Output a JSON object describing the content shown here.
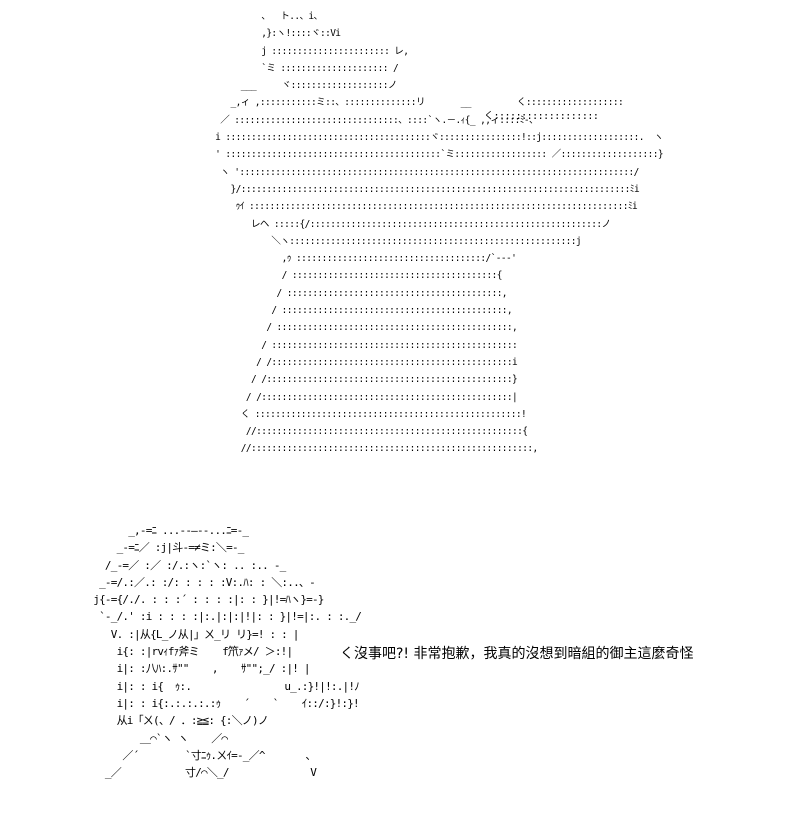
{
  "top_figure": {
    "ascii_lines": [
      "          、  ト..、i、",
      "          ,}:ヽ!::::ヾ::Vi",
      "          j ::::::::::::::::::::::: レ,",
      "          `ミ ::::::::::::::::::::: /",
      "      ___     ヾ:::::::::::::::::::ノ",
      "    _,ィ ,:::::::::::ミ::、::::::::::::::リ       __         く:::::::::::::::::::",
      "  ／ ::::::::::::::::::::::::::::::::、::::`ヽ.－.ｨ{_ ,,ィ::::ﾐ-、",
      " i ::::::::::::::::::::::::::::::::::::::::ヾ::::::::::::::::!::j:::::::::::::::::::.  ヽ",
      " ' ::::::::::::::::::::::::::::::::::::::::::`ミ:::::::::::::::::: ／:::::::::::::::::::}",
      "  ヽ ':::::::::::::::::::::::::::::::::::::::::::::::::::::::::::::::::::::::::::::/",
      "    }/::::::::::::::::::::::::::::::::::::::::::::::::::::::::::::::::::::::::::::ﾐi",
      "     ｩｲ ::::::::::::::::::::::::::::::::::::::::::::::::::::::::::::::::::::::::::ﾐi",
      "        レヘ :::::{/:::::::::::::::::::::::::::::::::::::::::::::::::::::::::ノ",
      "            ＼ヽ::::::::::::::::::::::::::::::::::::::::::::::::::::::::j",
      "              ,ｩ :::::::::::::::::::::::::::::::::::::/`‐--'",
      "              / ::::::::::::::::::::::::::::::::::::::::{",
      "             / ::::::::::::::::::::::::::::::::::::::::::,",
      "            / ::::::::::::::::::::::::::::::::::::::::::::,",
      "           / ::::::::::::::::::::::::::::::::::::::::::::::,",
      "          / ::::::::::::::::::::::::::::::::::::::::::::::::",
      "         / /:::::::::::::::::::::::::::::::::::::::::::::::i",
      "        / /::::::::::::::::::::::::::::::::::::::::::::::::}",
      "       / /:::::::::::::::::::::::::::::::::::::::::::::::::|",
      "      く ::::::::::::::::::::::::::::::::::::::::::::::::::::!",
      "       //::::::::::::::::::::::::::::::::::::::::::::::::::::{",
      "      //:::::::::::::::::::::::::::::::::::::::::::::::::::::::,"
    ]
  },
  "speech_small": "く:::::::::::::::::::",
  "bottom_figure": {
    "ascii_lines": [
      "          _,-=ﾆ ...--―--...ﾆ=-_",
      "        _-=ﾆ／ :j|斗-=≠ミ:＼=-_",
      "      /_-=／ :／ :/.:ヽ:`ヽ: .. :.. ‐_",
      "     _-=/.:／.: :/: : : : :V:.ﾊ: : ＼:..、‐",
      "    j{-={/./. : : :´ : : : :|: : }|!=ﾊヽ}=-}",
      "     `‐_/.' :i : : : :|:.|:|:|!|: : }|!=|:. : :._/",
      "       V. :|从{L_ノ从|」ㄨ_リ リ}=! : : |",
      "        i{: :|rvｨfｧ斧ミ    f笊ｧメ/ ＞:!|",
      "        i|: :八ﾊ:.ｻ\"\"    ,    ｻ\"\";_/ :|! |",
      "        i|: : i{  ｩ:.                u_.:}!|!:.|!ﾉ",
      "        i|: : i{:.:.:.:.:ｩ    ´    `    ｲ::/:}!:}!",
      "        从i「ㄨ(、/ ．:≧≦: {:＼ノ)ノ",
      "            ＿⌒`ヽ ヽ    ／⌒",
      "         ／´        `寸ﾆｩ.ㄨｲ=-_／^       、",
      "      _／           寸/⌒＼_/              V"
    ]
  },
  "dialogue": {
    "text": "く沒事吧?! 非常抱歉，我真的沒想到暗組的御主這麼奇怪"
  }
}
